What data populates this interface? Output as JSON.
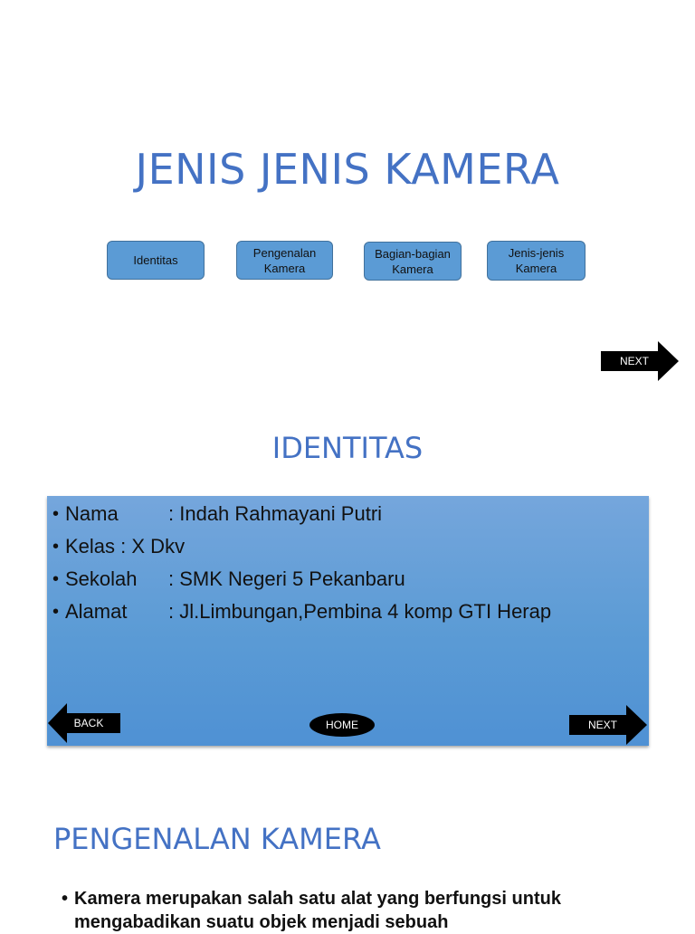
{
  "slide1": {
    "title": "JENIS JENIS KAMERA",
    "nav": [
      {
        "label_lines": [
          "Identitas"
        ]
      },
      {
        "label_lines": [
          "Pengenalan",
          "Kamera"
        ]
      },
      {
        "label_lines": [
          "Bagian-bagian",
          "Kamera"
        ]
      },
      {
        "label_lines": [
          "Jenis-jenis",
          "Kamera"
        ]
      }
    ],
    "next_label": "NEXT"
  },
  "slide2": {
    "title": "IDENTITAS",
    "items": [
      {
        "key": "Nama",
        "sep": ": ",
        "value": "Indah Rahmayani Putri"
      },
      {
        "key": "Kelas",
        "sep": " : ",
        "value": "X Dkv"
      },
      {
        "key": "Sekolah",
        "sep": ": ",
        "value": "SMK Negeri 5 Pekanbaru"
      },
      {
        "key": "Alamat",
        "sep": ": ",
        "value": "Jl.Limbungan,Pembina 4 komp GTI Herap"
      }
    ],
    "back_label": "BACK",
    "home_label": "HOME",
    "next_label": "NEXT"
  },
  "slide3": {
    "title": "PENGENALAN KAMERA",
    "body": "Kamera merupakan salah satu alat yang berfungsi untuk mengabadikan suatu objek menjadi sebuah"
  },
  "colors": {
    "title_blue": "#4472c4",
    "button_blue": "#5b9bd5",
    "button_border": "#41719c",
    "arrow_black": "#000000"
  }
}
